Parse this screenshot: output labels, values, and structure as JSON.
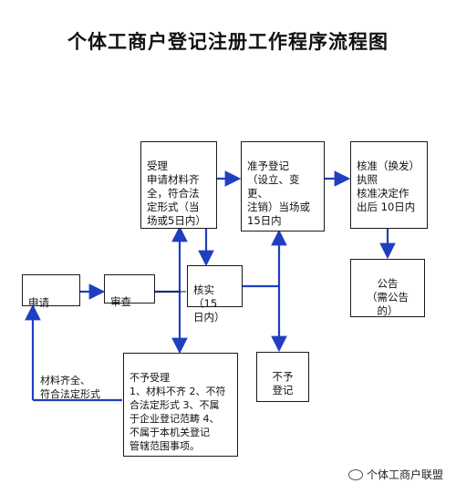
{
  "title": "个体工商户登记注册工作程序流程图",
  "nodes": {
    "accept": "受理\n申请材料齐\n全，符合法\n定形式（当\n场或5日内）",
    "approve_register": "准予登记\n（设立、变更、\n注销）当场或\n15日内",
    "approve_issue": "核准（换发）\n执照\n核准决定作\n出后 10日内",
    "apply": "申请",
    "review": "审查",
    "verify": "核实（15\n日内）",
    "announce": "公告\n（需公告\n的）",
    "reject": "不予受理\n1、材料不齐 2、不符\n合法定形式 3、不属\n于企业登记范畴 4、\n不属于本机关登记\n管辖范围事项。",
    "not_register": "不予\n登记"
  },
  "notes": {
    "materials_complete": "材料齐全、\n符合法定形式"
  },
  "watermark": "个体工商户联盟",
  "colors": {
    "arrow": "#1f3fbf",
    "border": "#1a1a1a"
  }
}
